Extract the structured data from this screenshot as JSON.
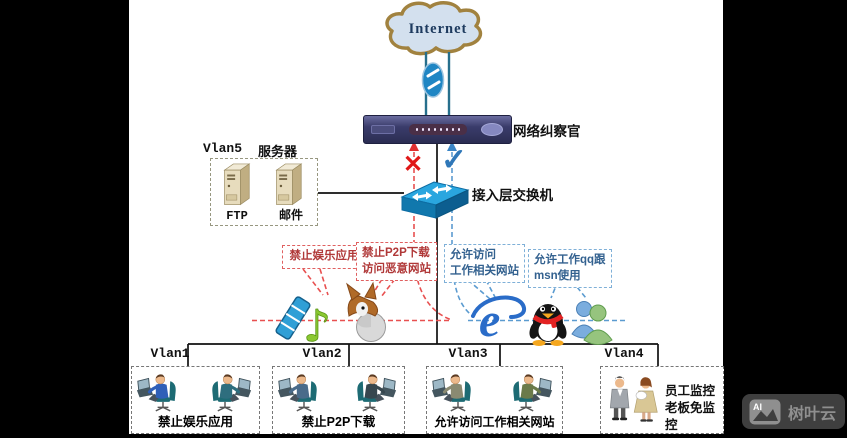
{
  "diagram": {
    "internet": {
      "label": "Internet"
    },
    "gateway": {
      "label": "网络纠察官"
    },
    "server_group": {
      "vlan": "Vlan5",
      "title": "服务器",
      "servers": [
        "FTP",
        "邮件"
      ]
    },
    "switch": {
      "label": "接入层交换机"
    },
    "icon_glyphs": {
      "deny_mark": "✕",
      "allow_mark": "✓",
      "music_note": "♪",
      "ie_e": "e"
    },
    "callouts": [
      {
        "type": "deny",
        "line1": "禁止娱乐应用",
        "line2": ""
      },
      {
        "type": "deny",
        "line1": "禁止P2P下载",
        "line2": "访问恶意网站"
      },
      {
        "type": "allow",
        "line1": "允许访问",
        "line2": "工作相关网站"
      },
      {
        "type": "allow",
        "line1": "允许工作qq跟",
        "line2": "msn使用"
      }
    ],
    "blocked_icons": [
      "film-strip-icon",
      "music-note-icon",
      "emule-donkey-icon"
    ],
    "allowed_icons": [
      "ie-browser-icon",
      "qq-penguin-icon",
      "msn-messenger-icon"
    ],
    "vlans": [
      {
        "name": "Vlan1",
        "policy": "禁止娱乐应用"
      },
      {
        "name": "Vlan2",
        "policy": "禁止P2P下载"
      },
      {
        "name": "Vlan3",
        "policy": "允许访问工作相关网站"
      },
      {
        "name": "Vlan4",
        "policy": "员工监控",
        "policy2": "老板免监控"
      }
    ],
    "colors": {
      "deny": "#e04848",
      "allow": "#5b9bd0",
      "switch_blue": "#1b9cd8",
      "device": "#3b3d6e",
      "cloud_outline": "#a1823f",
      "trunk": "#111111"
    }
  },
  "watermark": {
    "logo": "AI",
    "brand": "树叶云"
  }
}
